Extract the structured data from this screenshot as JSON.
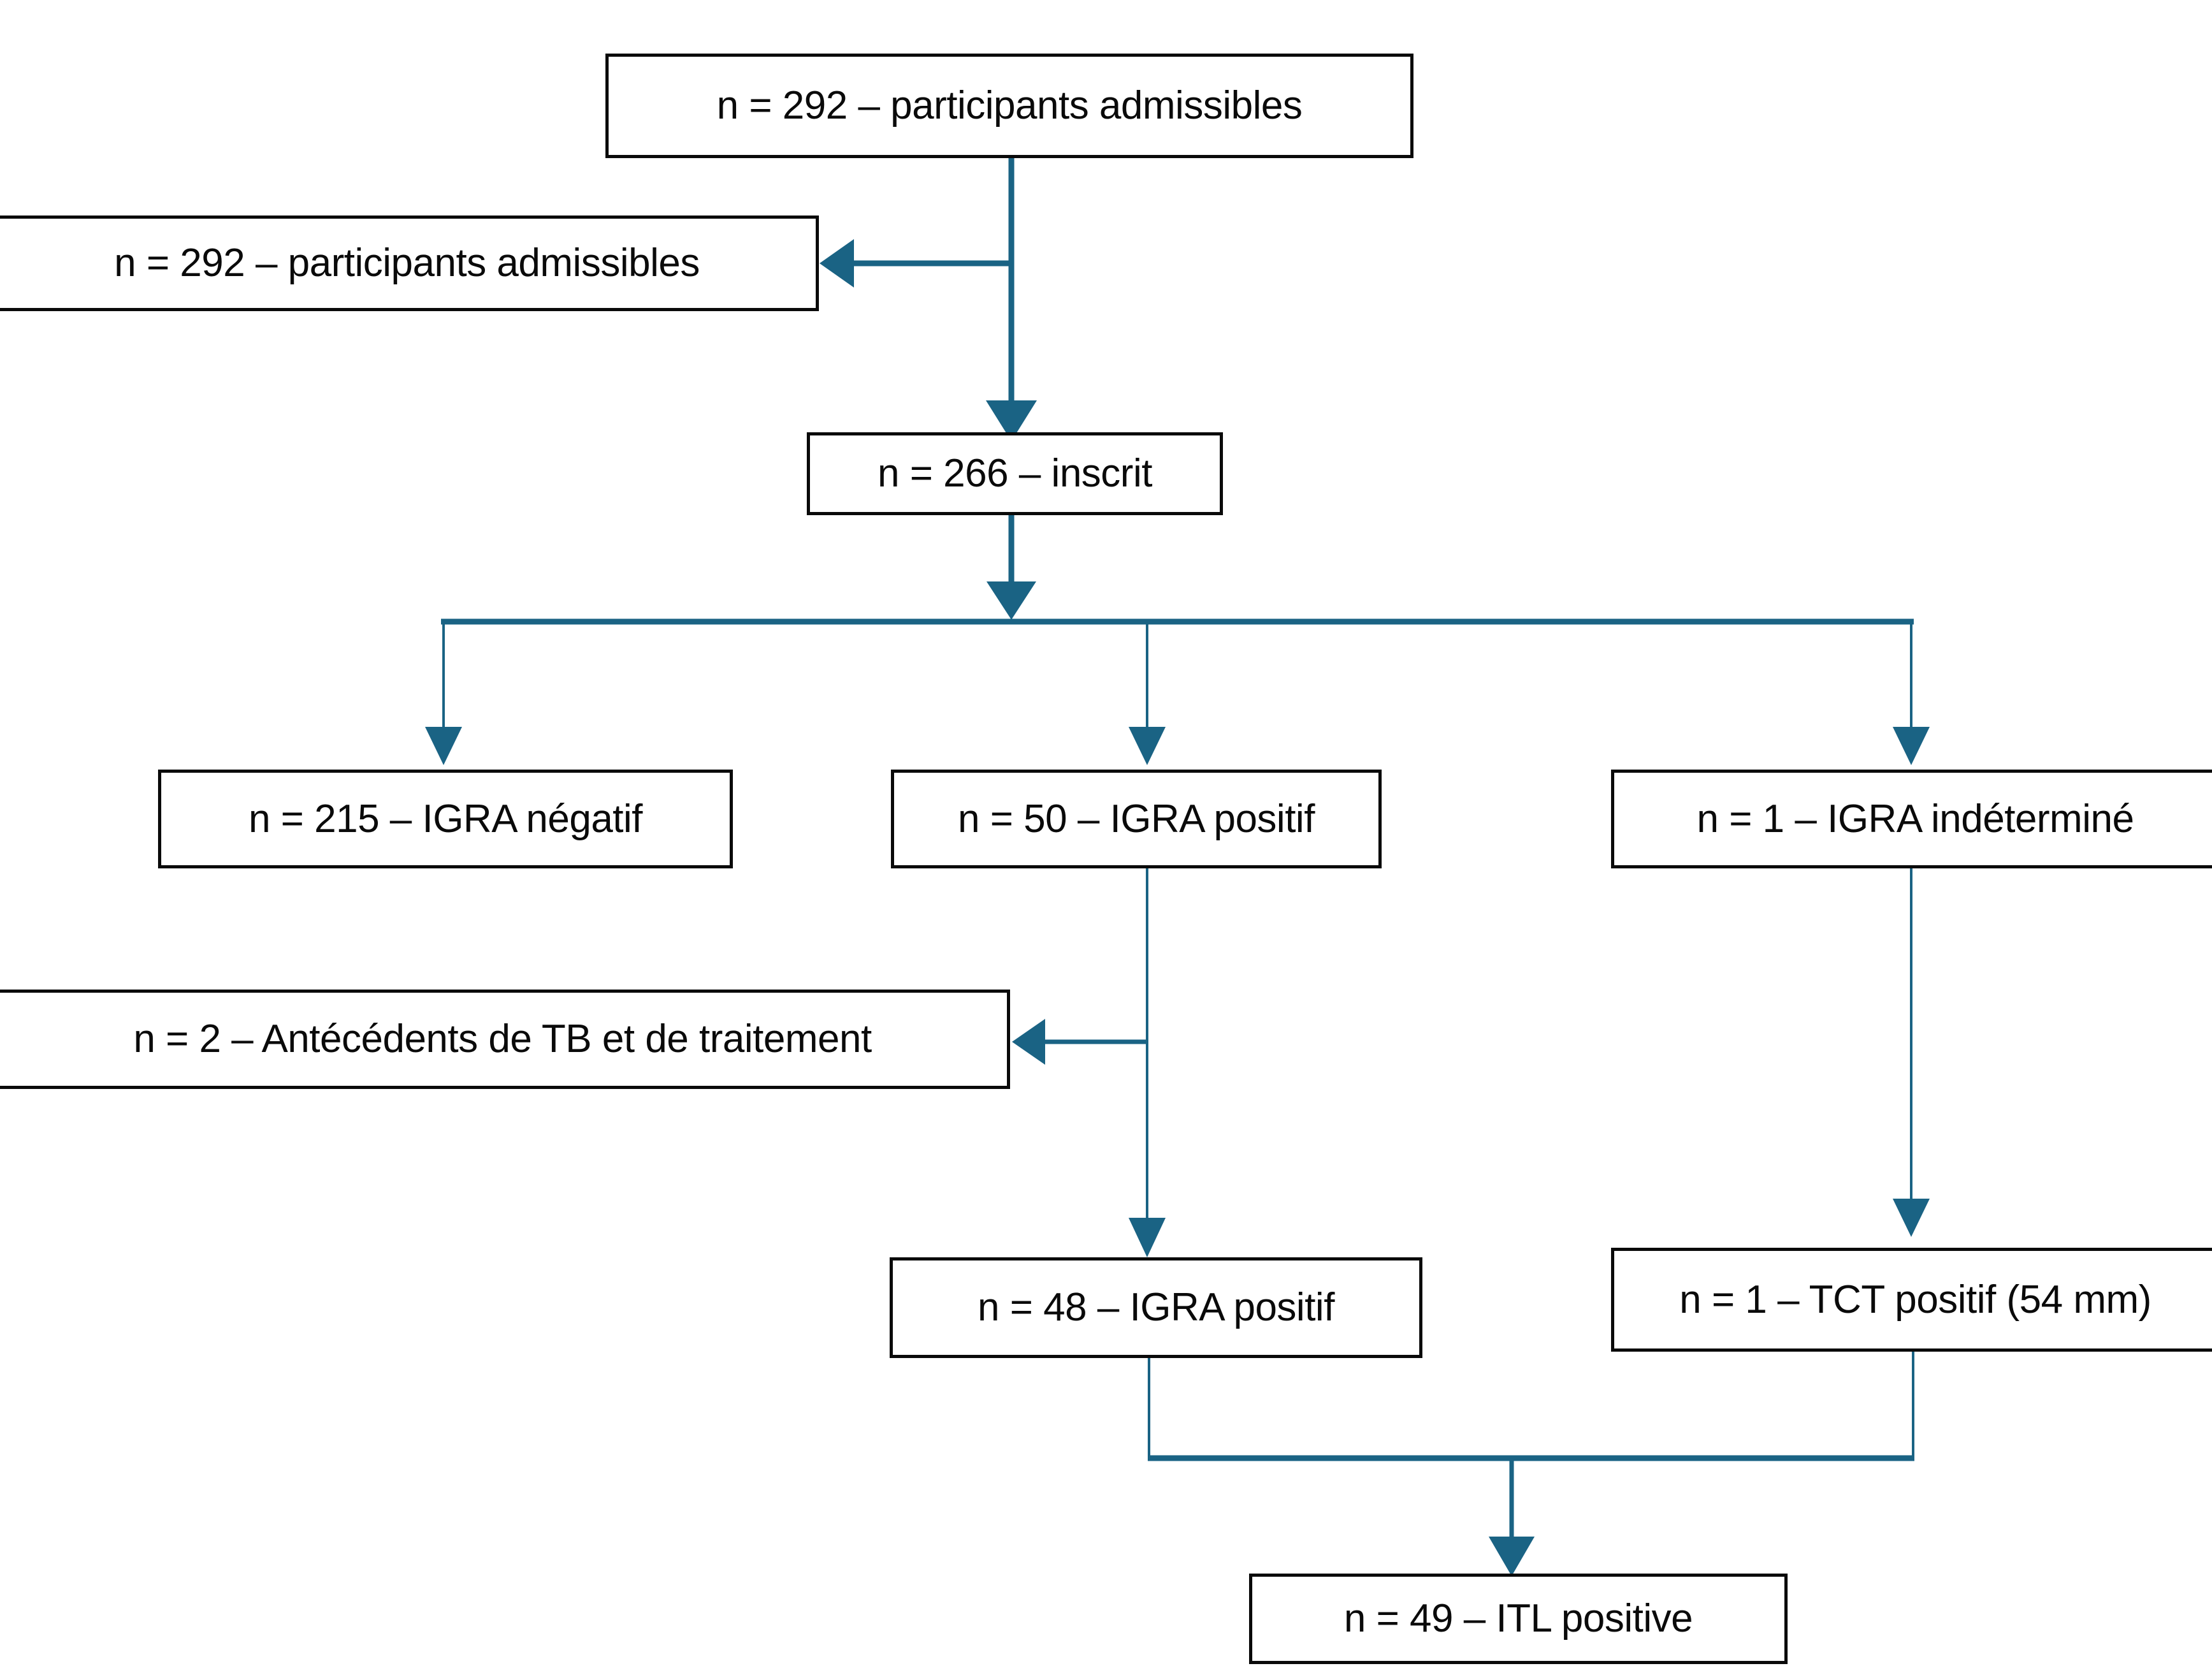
{
  "diagram": {
    "type": "flowchart",
    "orientation": "top-down",
    "title": "",
    "language": "fr",
    "colors": {
      "background": "#ffffff",
      "box_border": "#0a0a0a",
      "box_fill": "#ffffff",
      "text": "#0a0a0a",
      "connector": "#1a6384"
    }
  },
  "nodes": {
    "eligible_top": {
      "label": "n = 292 – participants admissibles",
      "n": 292,
      "kind": "main"
    },
    "excluded_eligible": {
      "label": "n = 292 – participants admissibles",
      "n": 292,
      "kind": "exclusion"
    },
    "enrolled": {
      "label": "n = 266 – inscrit",
      "n": 266,
      "kind": "main"
    },
    "igra_negative": {
      "label": "n = 215 – IGRA négatif",
      "n": 215,
      "kind": "main"
    },
    "igra_positive": {
      "label": "n = 50 – IGRA positif",
      "n": 50,
      "kind": "main"
    },
    "igra_indeterminate": {
      "label": "n = 1 – IGRA indéterminé",
      "n": 1,
      "kind": "main"
    },
    "excluded_history_tb": {
      "label": "n = 2 – Antécédents de TB et de traitement",
      "n": 2,
      "kind": "exclusion"
    },
    "igra_positive_final": {
      "label": "n = 48 – IGRA positif",
      "n": 48,
      "kind": "main"
    },
    "tct_positive": {
      "label": "n = 1 – TCT positif (54 mm)",
      "n": 1,
      "kind": "main"
    },
    "itl_positive": {
      "label": "n = 49 – ITL positive",
      "n": 49,
      "kind": "main"
    }
  },
  "edges": [
    {
      "from": "eligible_top",
      "to": "excluded_eligible",
      "style": "elbow-left-arrow"
    },
    {
      "from": "eligible_top",
      "to": "enrolled",
      "style": "straight-down-arrow"
    },
    {
      "from": "enrolled",
      "to": "igra_negative",
      "style": "split-down-arrow"
    },
    {
      "from": "enrolled",
      "to": "igra_positive",
      "style": "split-down-arrow"
    },
    {
      "from": "enrolled",
      "to": "igra_indeterminate",
      "style": "split-down-arrow"
    },
    {
      "from": "igra_positive",
      "to": "excluded_history_tb",
      "style": "elbow-left-arrow"
    },
    {
      "from": "igra_positive",
      "to": "igra_positive_final",
      "style": "straight-down-arrow"
    },
    {
      "from": "igra_indeterminate",
      "to": "tct_positive",
      "style": "straight-down-arrow"
    },
    {
      "from": "igra_positive_final",
      "to": "itl_positive",
      "style": "merge-down-arrow"
    },
    {
      "from": "tct_positive",
      "to": "itl_positive",
      "style": "merge-down-arrow"
    }
  ]
}
